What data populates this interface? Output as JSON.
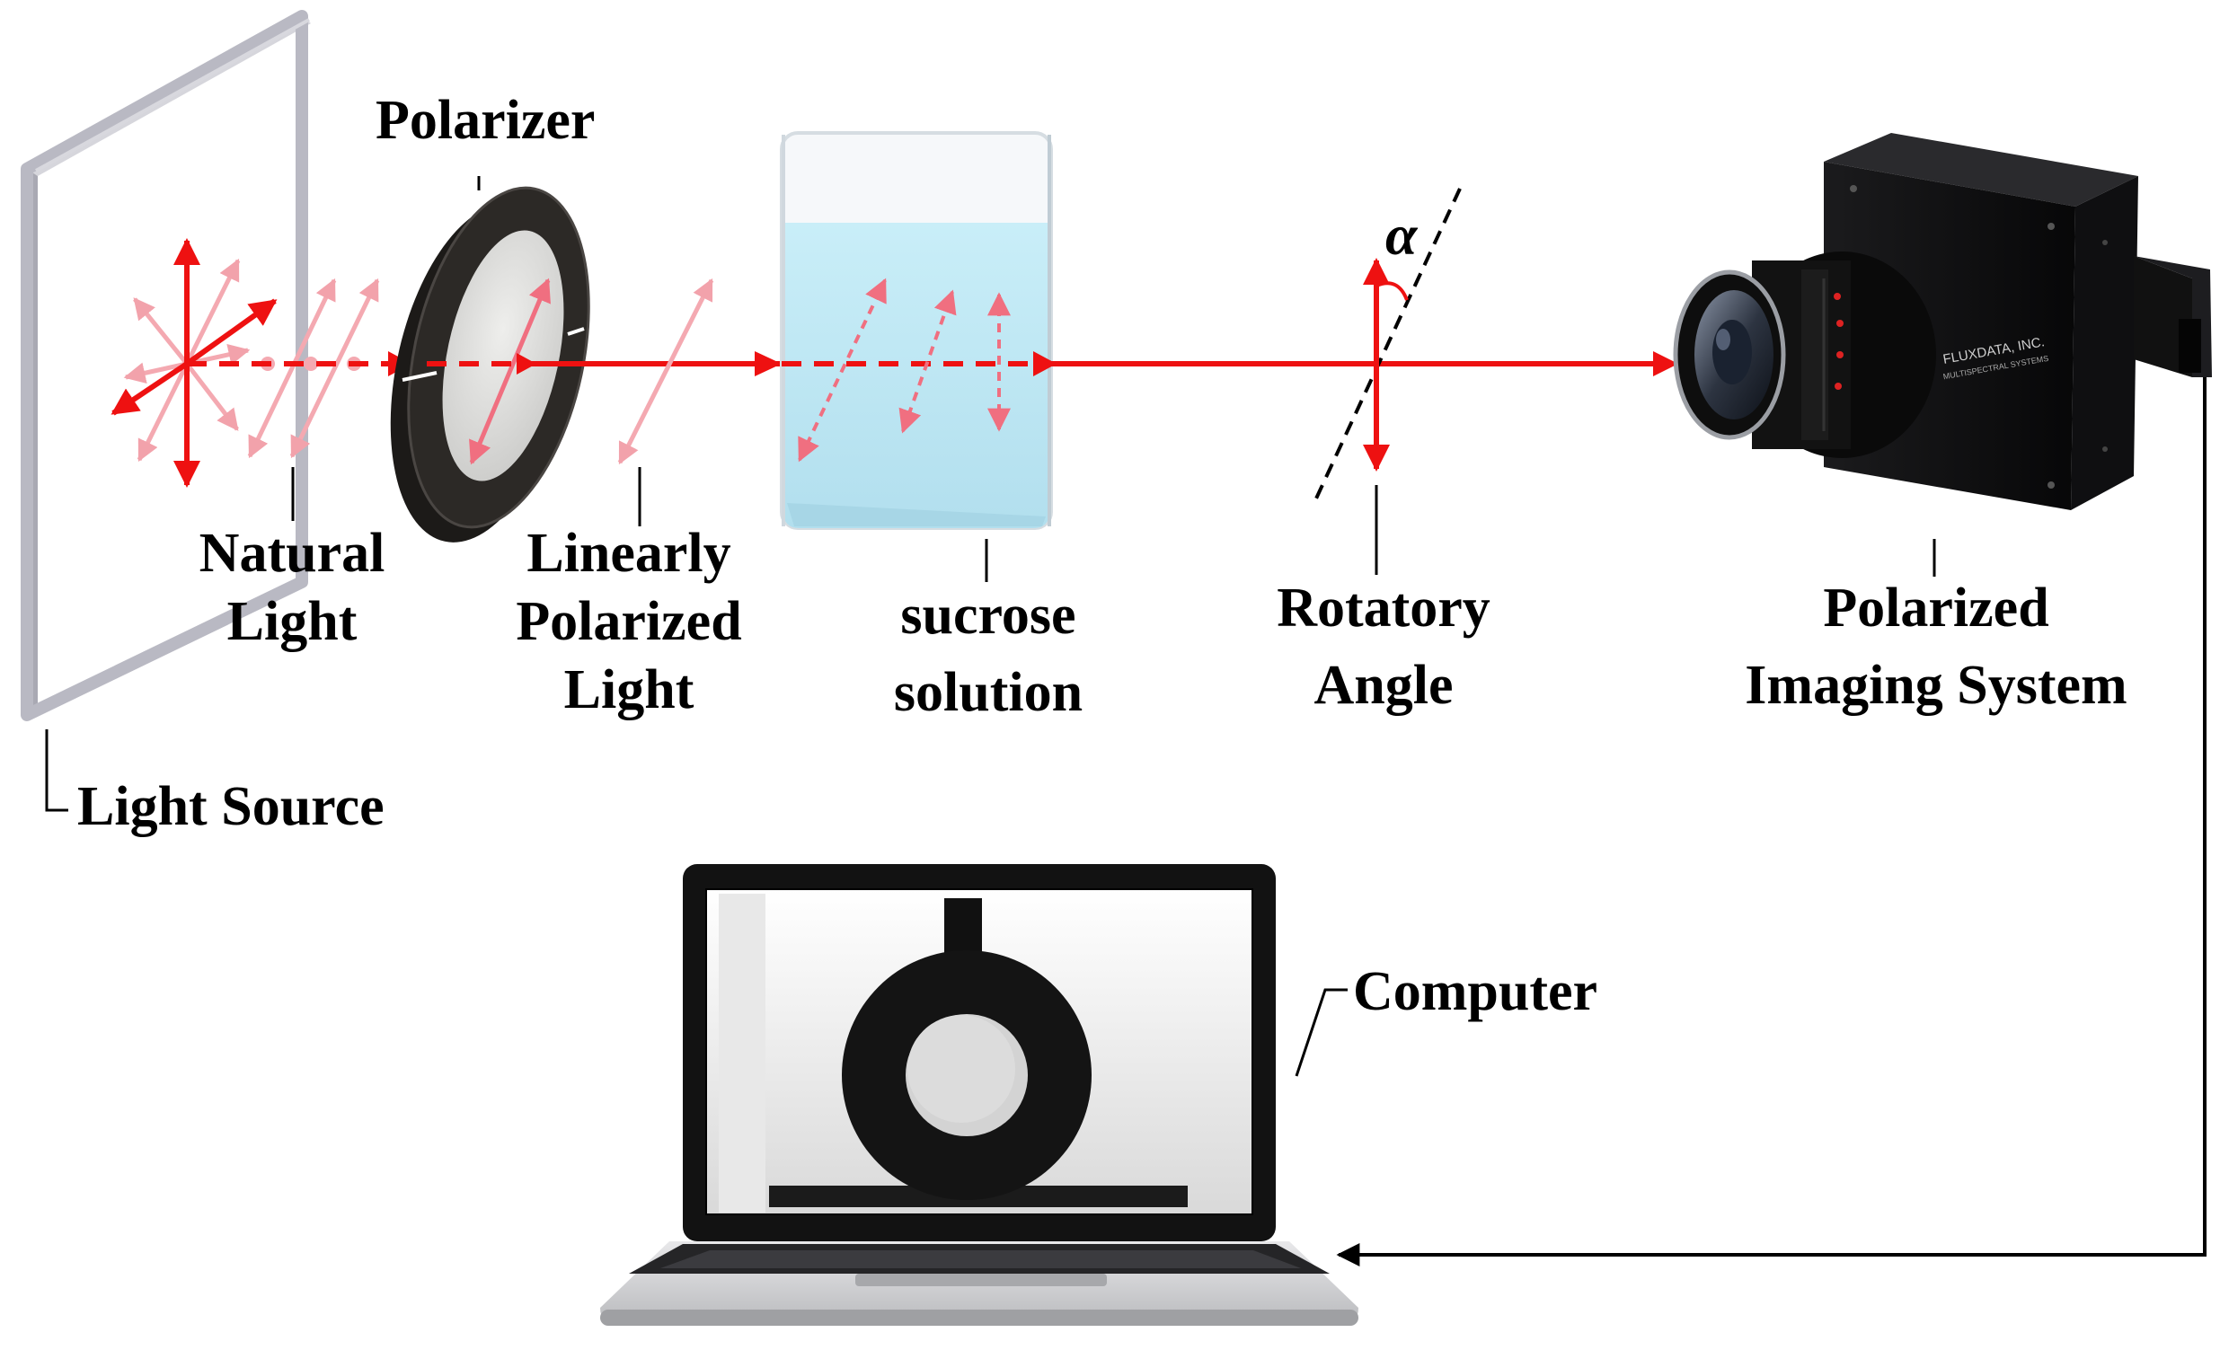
{
  "labels": {
    "polarizer": "Polarizer",
    "natural_light": [
      "Natural",
      "Light"
    ],
    "linearly_polarized_light": [
      "Linearly",
      "Polarized",
      "Light"
    ],
    "sucrose_solution": [
      "sucrose",
      "solution"
    ],
    "rotatory_angle": [
      "Rotatory",
      "Angle"
    ],
    "polarized_imaging_system": [
      "Polarized",
      "Imaging System"
    ],
    "light_source": "Light Source",
    "computer": "Computer",
    "alpha": "α"
  },
  "camera_branding": [
    "FLUXDATA, INC.",
    "MULTISPECTRAL SYSTEMS"
  ],
  "colors": {
    "beam": "#ee1111",
    "faded_arrow": "#f4a0a8",
    "solution": "#bfe6f1",
    "frame": "#b9b9c3"
  }
}
